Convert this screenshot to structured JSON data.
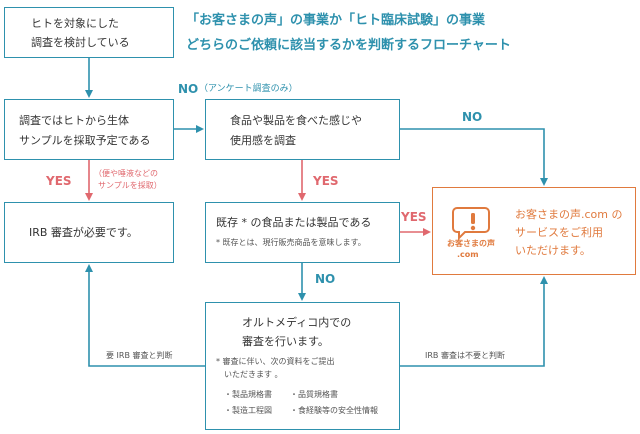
{
  "title": {
    "line1": "「お客さまの声」の事業か「ヒト臨床試験」の事業",
    "line2": "どちらのご依頼に該当するかを判断するフローチャート"
  },
  "start_box": {
    "line1": "ヒトを対象にした",
    "line2": "調査を検討している"
  },
  "sample_box": {
    "line1": "調査ではヒトから生体",
    "line2": "サンプルを採取予定である"
  },
  "food_box": {
    "line1": "食品や製品を食べた感じや",
    "line2": "使用感を調査"
  },
  "irb_box": {
    "text": "IRB 審査が必要です。"
  },
  "existing_box": {
    "line1": "既存 * の食品または製品である",
    "note": "* 既存とは、現行販売商品を意味します。"
  },
  "ortho_box": {
    "line1": "オルトメディコ内での",
    "line2": "審査を行います。",
    "note1": "* 審査に伴い、次の資料をご提出",
    "note2": "いただきます 。",
    "docs": [
      "・製品規格書",
      "・品質規格書",
      "・製造工程図",
      "・食経験等の安全性情報"
    ]
  },
  "result_box": {
    "logo_line1": "お客さまの声",
    "logo_line2": ".com",
    "line1": "お客さまの声.com の",
    "line2": "サービスをご利用",
    "line3": "いただけます。"
  },
  "labels": {
    "no_survey": "NO",
    "no_survey_note": "（アンケート調査のみ）",
    "yes_sample": "YES",
    "yes_sample_note1": "（便や唾液などの",
    "yes_sample_note2": "サンプルを採取）",
    "no_food": "NO",
    "yes_food": "YES",
    "yes_existing": "YES",
    "no_existing": "NO",
    "irb_required": "要 IRB 審査と判断",
    "irb_not_required": "IRB 審査は不要と判断"
  },
  "colors": {
    "flow": "#2e91ad",
    "yes": "#e0686e",
    "result": "#e07a3e"
  },
  "icons": [
    "speech-bubble-icon"
  ]
}
